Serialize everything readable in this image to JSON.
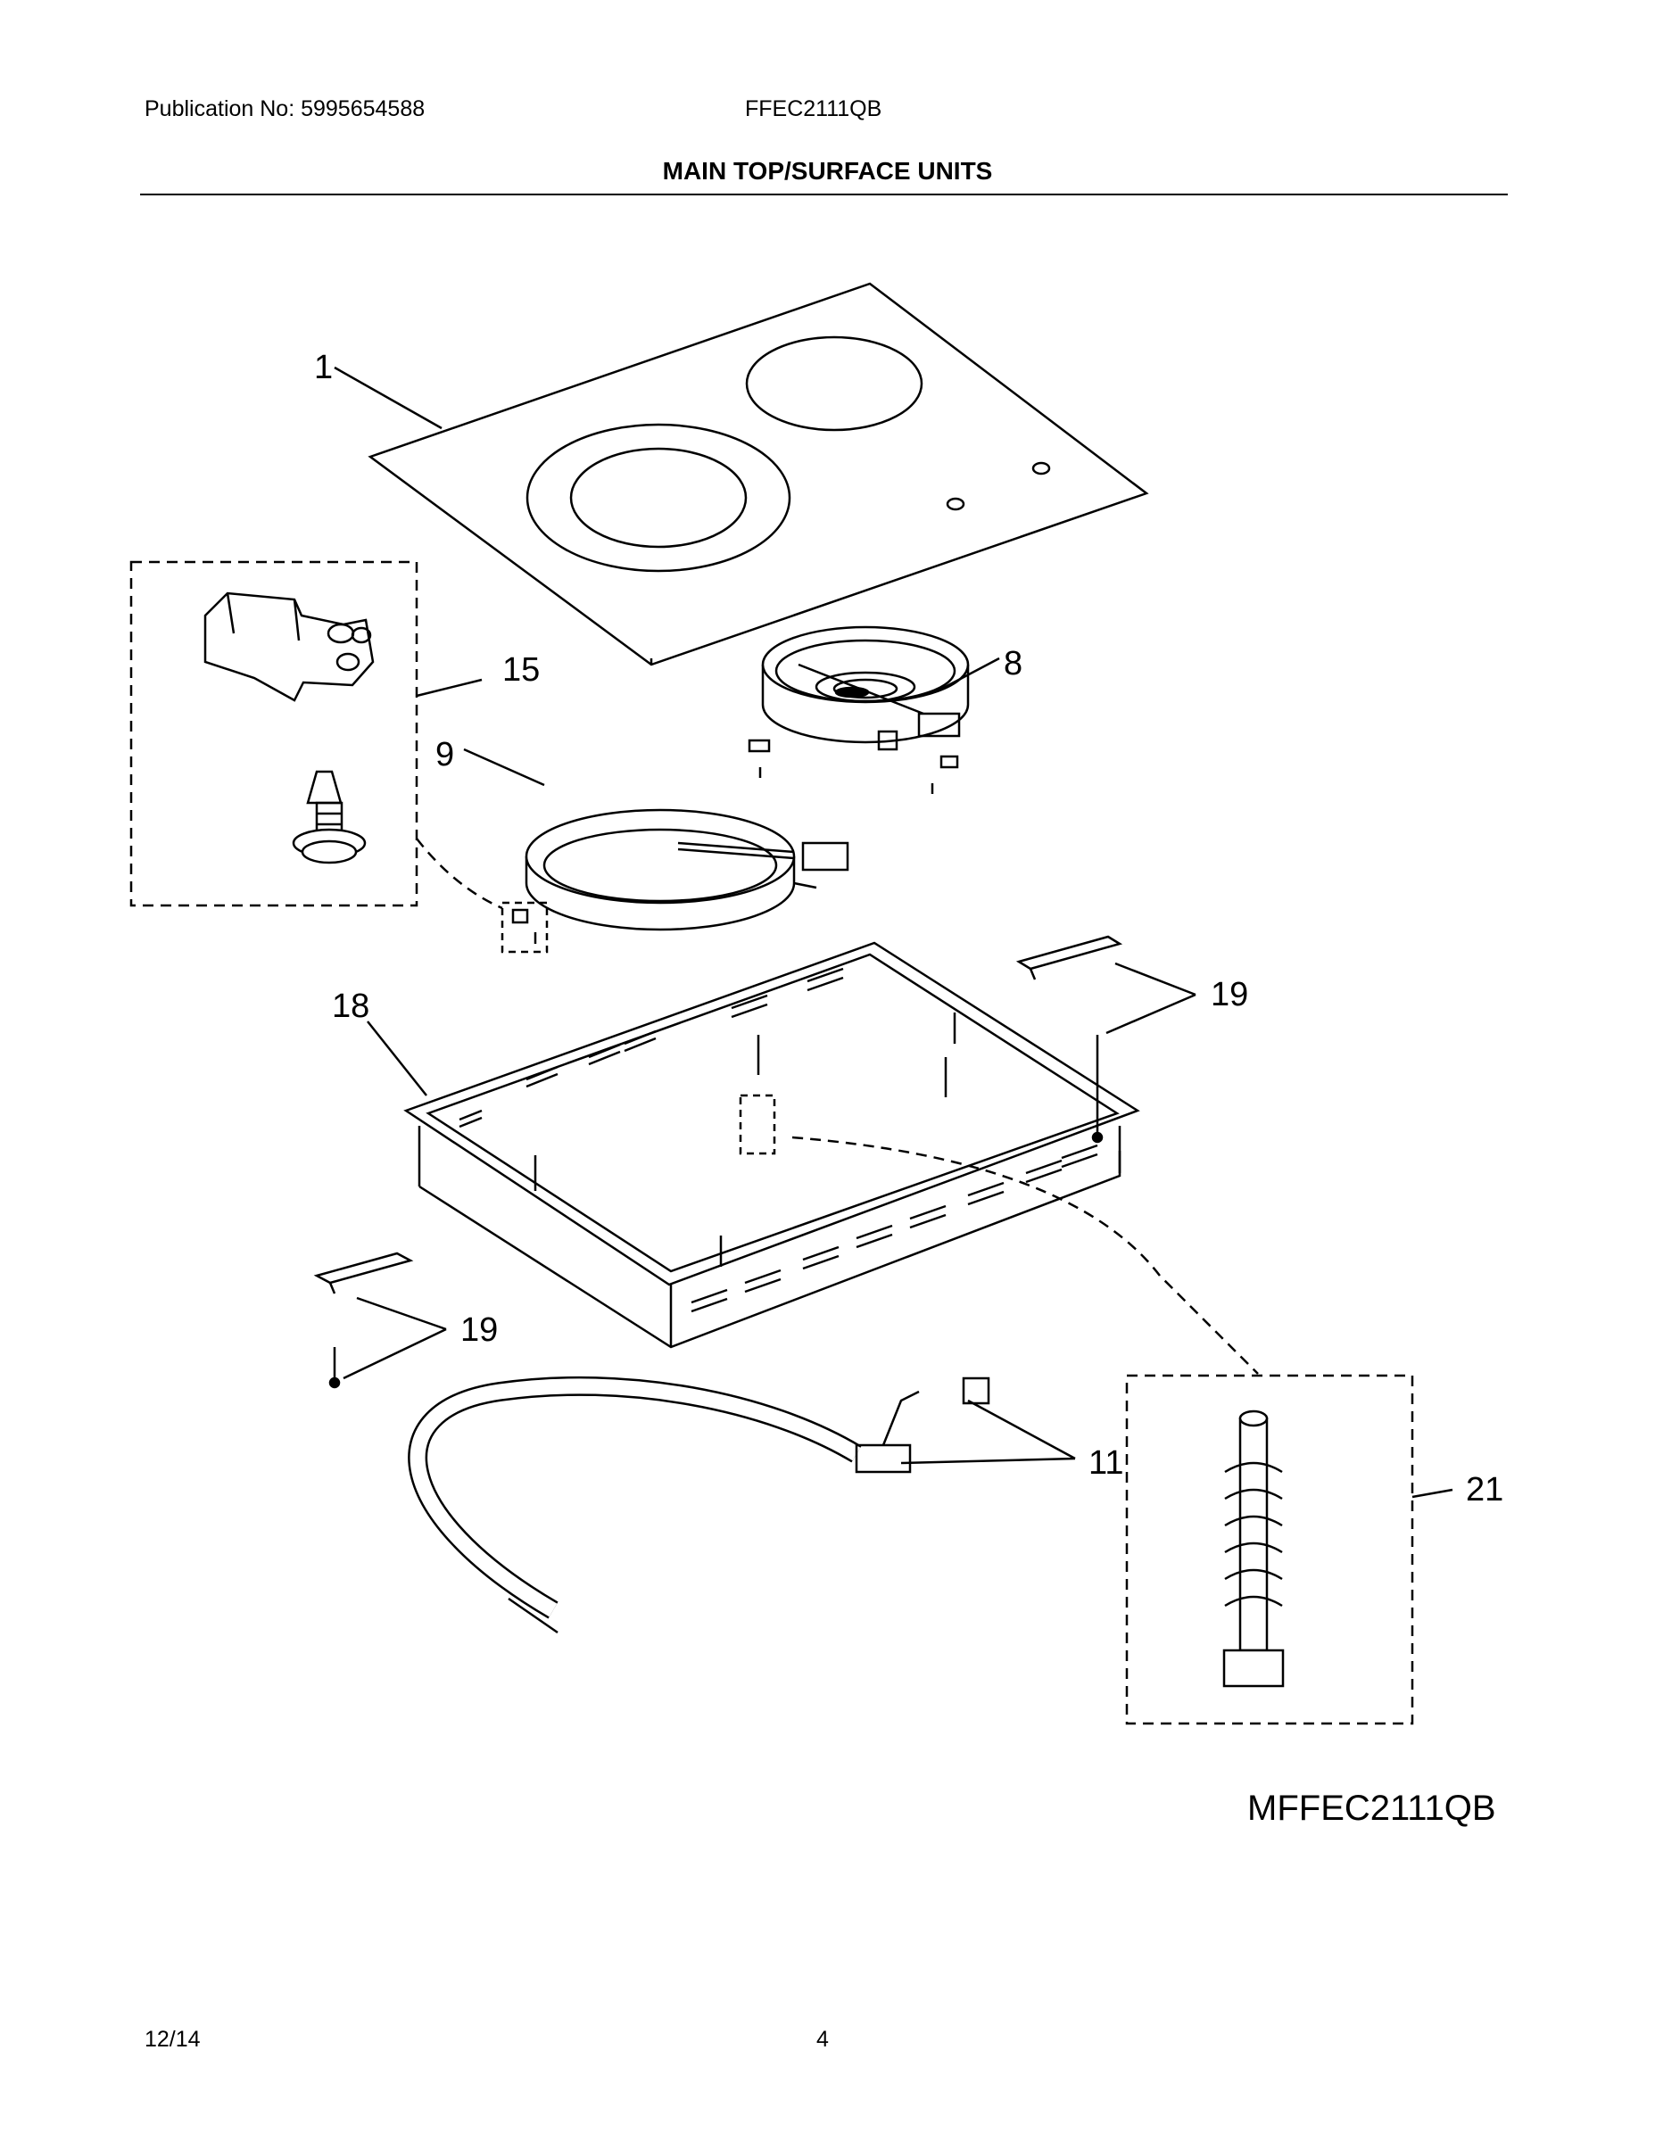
{
  "header": {
    "publication": "Publication No: 5995654588",
    "model": "FFEC2111QB",
    "section_title": "MAIN TOP/SURFACE UNITS"
  },
  "callouts": {
    "c1": "1",
    "c8": "8",
    "c9": "9",
    "c11": "11",
    "c15": "15",
    "c18": "18",
    "c19a": "19",
    "c19b": "19",
    "c21": "21"
  },
  "diagram_code": "MFFEC2111QB",
  "footer": {
    "date": "12/14",
    "page": "4"
  }
}
